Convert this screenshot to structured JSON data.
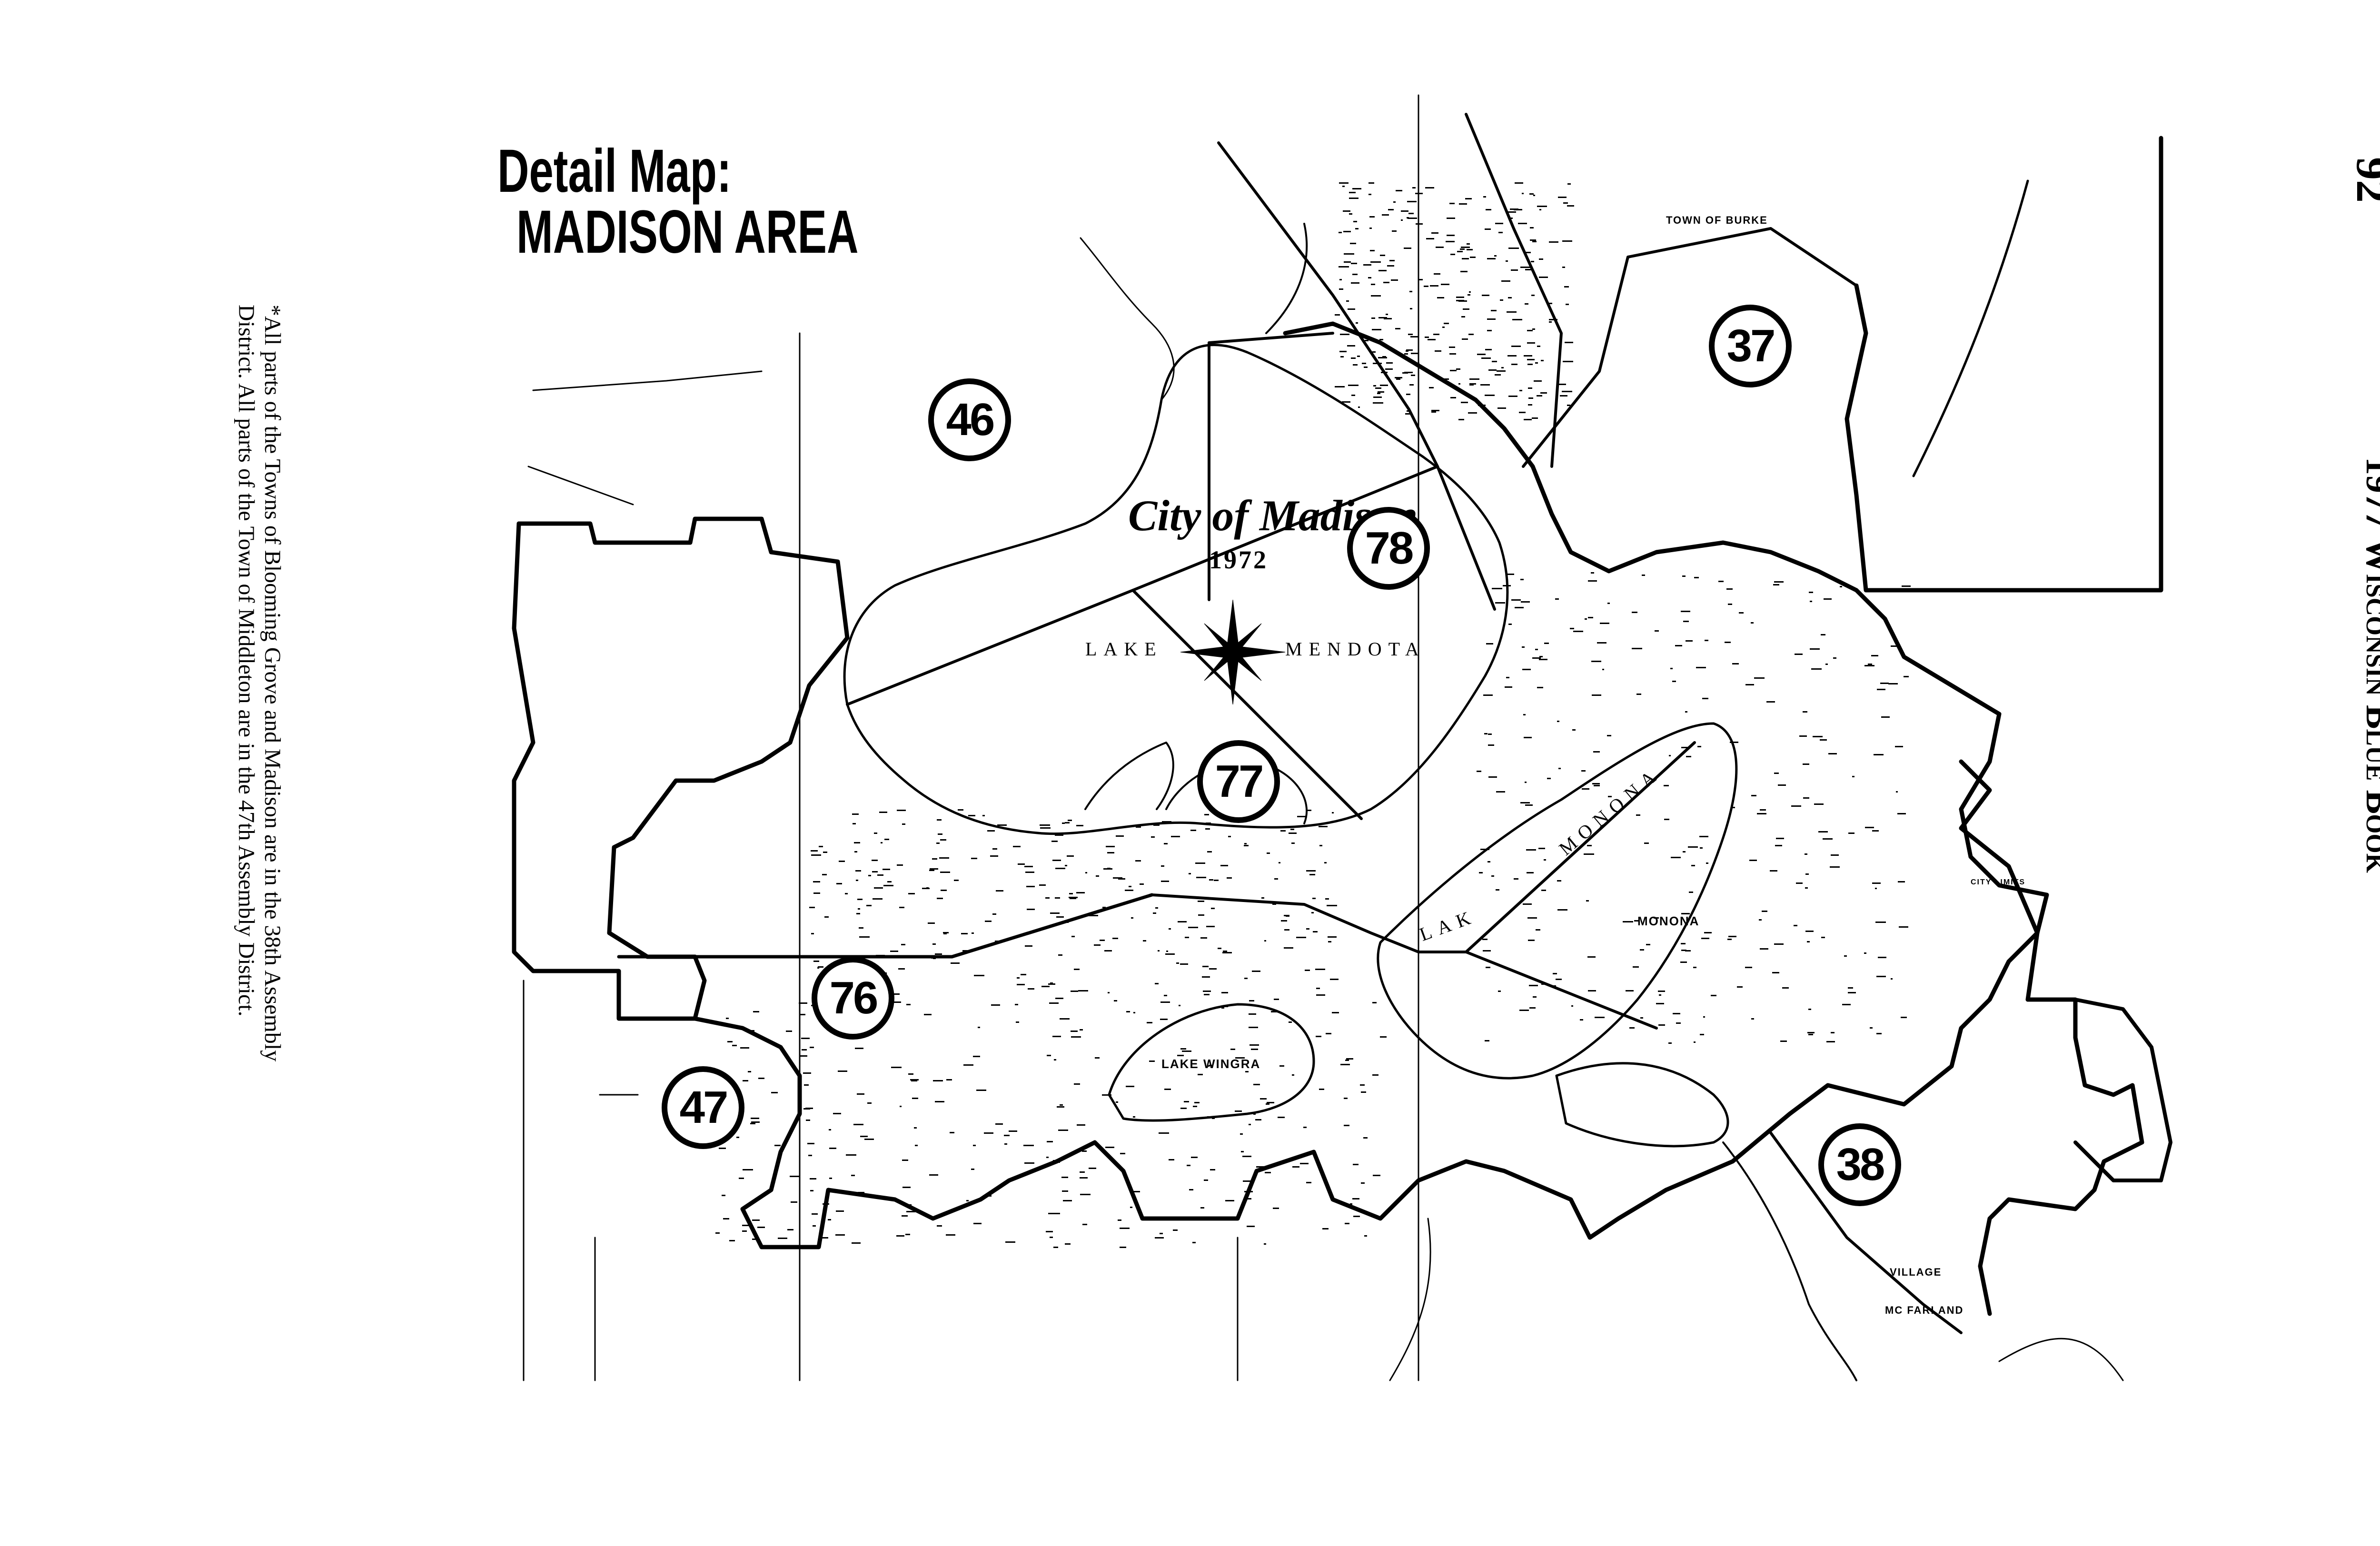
{
  "page": {
    "header": "1977 Wisconsin Blue Book",
    "page_number": "92",
    "footnote_line1": "*All parts of the Towns of Blooming Grove and Madison are in the 38th Assembly",
    "footnote_line2": "District. All parts of the Town of Middleton are in the 47th Assembly District."
  },
  "map": {
    "title_line1": "Detail Map:",
    "title_line2": "MADISON AREA",
    "city_name": "City of Madison",
    "city_year": "1972",
    "districts": [
      "46",
      "37",
      "78",
      "77",
      "76",
      "47",
      "38"
    ],
    "places": {
      "town_of_burke": "TOWN OF BURKE",
      "lake_mendota_1": "LAKE",
      "lake_mendota_2": "MENDOTA",
      "lake_monona_1": "LAK",
      "lake_monona_2": "MONONA",
      "lake_wingra": "LAKE WINGRA",
      "monona": "MONONA",
      "village": "VILLAGE",
      "mcfarland": "MC FARLAND",
      "city_limits": "CITY LIMITS"
    }
  }
}
